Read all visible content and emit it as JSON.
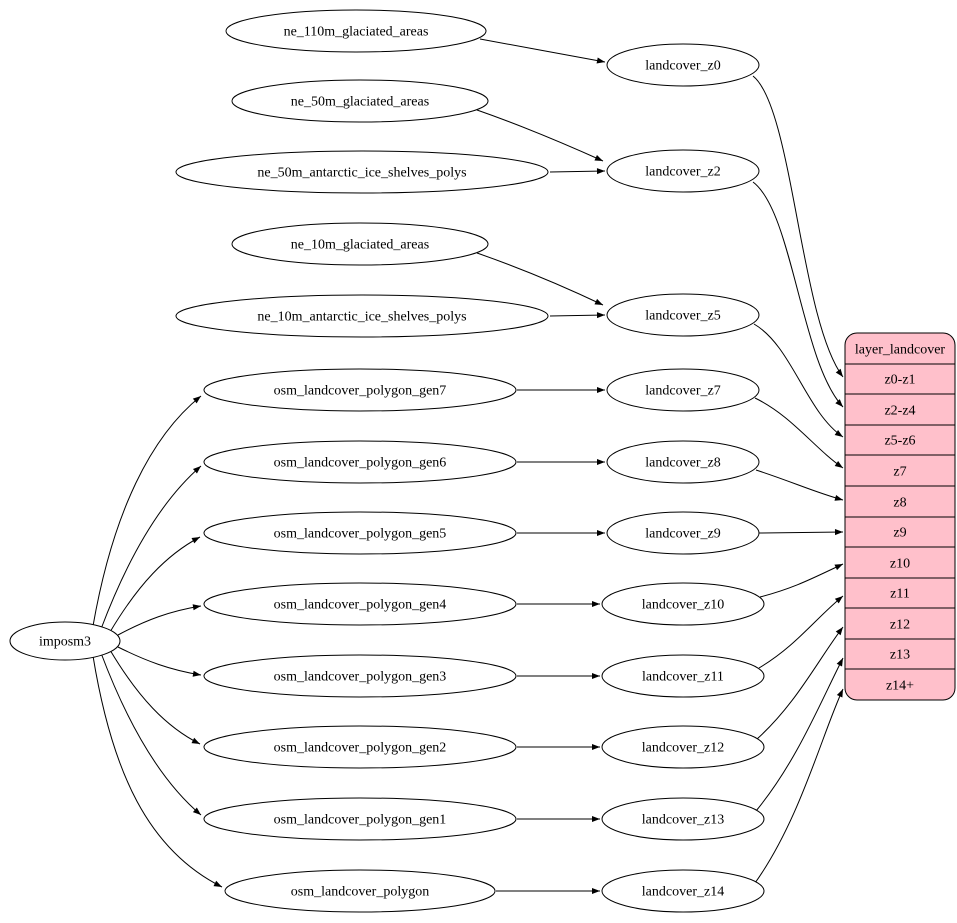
{
  "diagram": {
    "background": "#ffffff",
    "edge_color": "#000000",
    "node_fill": "#ffffff",
    "node_stroke": "#000000",
    "record_fill": "#ffc0cb"
  },
  "nodes": {
    "imposm3": "imposm3",
    "ne_110m_glaciated_areas": "ne_110m_glaciated_areas",
    "ne_50m_glaciated_areas": "ne_50m_glaciated_areas",
    "ne_50m_antarctic_ice_shelves_polys": "ne_50m_antarctic_ice_shelves_polys",
    "ne_10m_glaciated_areas": "ne_10m_glaciated_areas",
    "ne_10m_antarctic_ice_shelves_polys": "ne_10m_antarctic_ice_shelves_polys",
    "osm_landcover_polygon_gen7": "osm_landcover_polygon_gen7",
    "osm_landcover_polygon_gen6": "osm_landcover_polygon_gen6",
    "osm_landcover_polygon_gen5": "osm_landcover_polygon_gen5",
    "osm_landcover_polygon_gen4": "osm_landcover_polygon_gen4",
    "osm_landcover_polygon_gen3": "osm_landcover_polygon_gen3",
    "osm_landcover_polygon_gen2": "osm_landcover_polygon_gen2",
    "osm_landcover_polygon_gen1": "osm_landcover_polygon_gen1",
    "osm_landcover_polygon": "osm_landcover_polygon",
    "landcover_z0": "landcover_z0",
    "landcover_z2": "landcover_z2",
    "landcover_z5": "landcover_z5",
    "landcover_z7": "landcover_z7",
    "landcover_z8": "landcover_z8",
    "landcover_z9": "landcover_z9",
    "landcover_z10": "landcover_z10",
    "landcover_z11": "landcover_z11",
    "landcover_z12": "landcover_z12",
    "landcover_z13": "landcover_z13",
    "landcover_z14": "landcover_z14"
  },
  "record": {
    "title": "layer_landcover",
    "rows": [
      "z0-z1",
      "z2-z4",
      "z5-z6",
      "z7",
      "z8",
      "z9",
      "z10",
      "z11",
      "z12",
      "z13",
      "z14+"
    ]
  },
  "edges": [
    {
      "from": "imposm3",
      "to": "osm_landcover_polygon_gen7"
    },
    {
      "from": "imposm3",
      "to": "osm_landcover_polygon_gen6"
    },
    {
      "from": "imposm3",
      "to": "osm_landcover_polygon_gen5"
    },
    {
      "from": "imposm3",
      "to": "osm_landcover_polygon_gen4"
    },
    {
      "from": "imposm3",
      "to": "osm_landcover_polygon_gen3"
    },
    {
      "from": "imposm3",
      "to": "osm_landcover_polygon_gen2"
    },
    {
      "from": "imposm3",
      "to": "osm_landcover_polygon_gen1"
    },
    {
      "from": "imposm3",
      "to": "osm_landcover_polygon"
    },
    {
      "from": "ne_110m_glaciated_areas",
      "to": "landcover_z0"
    },
    {
      "from": "ne_50m_glaciated_areas",
      "to": "landcover_z2"
    },
    {
      "from": "ne_50m_antarctic_ice_shelves_polys",
      "to": "landcover_z2"
    },
    {
      "from": "ne_10m_glaciated_areas",
      "to": "landcover_z5"
    },
    {
      "from": "ne_10m_antarctic_ice_shelves_polys",
      "to": "landcover_z5"
    },
    {
      "from": "osm_landcover_polygon_gen7",
      "to": "landcover_z7"
    },
    {
      "from": "osm_landcover_polygon_gen6",
      "to": "landcover_z8"
    },
    {
      "from": "osm_landcover_polygon_gen5",
      "to": "landcover_z9"
    },
    {
      "from": "osm_landcover_polygon_gen4",
      "to": "landcover_z10"
    },
    {
      "from": "osm_landcover_polygon_gen3",
      "to": "landcover_z11"
    },
    {
      "from": "osm_landcover_polygon_gen2",
      "to": "landcover_z12"
    },
    {
      "from": "osm_landcover_polygon_gen1",
      "to": "landcover_z13"
    },
    {
      "from": "osm_landcover_polygon",
      "to": "landcover_z14"
    },
    {
      "from": "landcover_z0",
      "to": "layer_landcover:z0-z1"
    },
    {
      "from": "landcover_z2",
      "to": "layer_landcover:z2-z4"
    },
    {
      "from": "landcover_z5",
      "to": "layer_landcover:z5-z6"
    },
    {
      "from": "landcover_z7",
      "to": "layer_landcover:z7"
    },
    {
      "from": "landcover_z8",
      "to": "layer_landcover:z8"
    },
    {
      "from": "landcover_z9",
      "to": "layer_landcover:z9"
    },
    {
      "from": "landcover_z10",
      "to": "layer_landcover:z10"
    },
    {
      "from": "landcover_z11",
      "to": "layer_landcover:z11"
    },
    {
      "from": "landcover_z12",
      "to": "layer_landcover:z12"
    },
    {
      "from": "landcover_z13",
      "to": "layer_landcover:z13"
    },
    {
      "from": "landcover_z14",
      "to": "layer_landcover:z14+"
    }
  ]
}
